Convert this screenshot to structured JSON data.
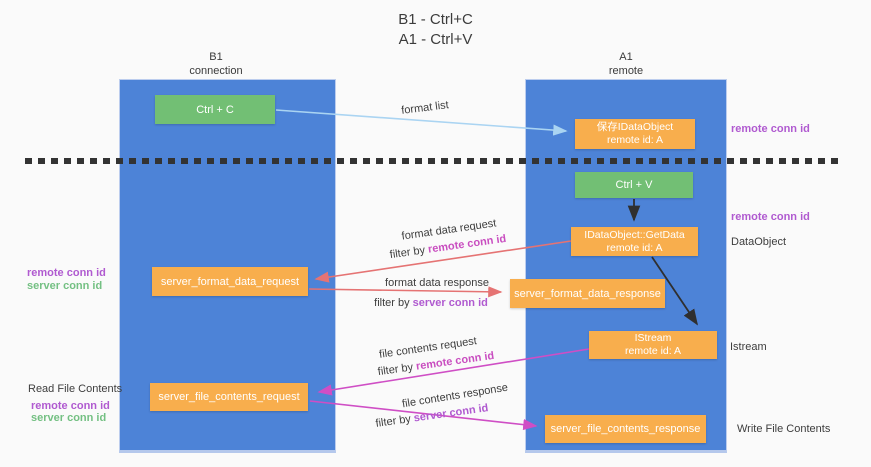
{
  "title": {
    "line1": "B1 - Ctrl+C",
    "line2": "A1 - Ctrl+V"
  },
  "lifelines": {
    "b1": {
      "name": "B1",
      "role": "connection"
    },
    "a1": {
      "name": "A1",
      "role": "remote"
    }
  },
  "nodes": {
    "ctrl_c": {
      "label": "Ctrl + C"
    },
    "ctrl_v": {
      "label": "Ctrl + V"
    },
    "save_dataobject": {
      "line1": "保存IDataObject",
      "line2": "remote id: A"
    },
    "getdata": {
      "line1": "IDataObject::GetData",
      "line2": "remote id: A"
    },
    "istream": {
      "line1": "IStream",
      "line2": "remote id: A"
    },
    "server_format_data_request": {
      "label": "server_format_data_request"
    },
    "server_format_data_response": {
      "label": "server_format_data_response"
    },
    "server_file_contents_request": {
      "label": "server_file_contents_request"
    },
    "server_file_contents_response": {
      "label": "server_file_contents_response"
    }
  },
  "right_labels": {
    "remote_conn_id_top": "remote conn id",
    "remote_conn_id_mid": "remote conn id",
    "dataobject": "DataObject",
    "istream": "Istream",
    "write_file_contents": "Write File Contents"
  },
  "left_labels": {
    "remote_conn_id_1": "remote conn id",
    "server_conn_id_1": "server conn id",
    "read_file_contents": "Read File Contents",
    "remote_conn_id_2": "remote conn id",
    "server_conn_id_2": "server conn id"
  },
  "flow_labels": {
    "format_list": "format list",
    "format_data_request": "format data request",
    "format_data_response": "format data response",
    "file_contents_request": "file contents request",
    "file_contents_response": "file contents response",
    "filter_by": "filter by ",
    "remote_conn_id": "remote conn id",
    "server_conn_id": "server conn id"
  },
  "colors": {
    "background": "#fafafa",
    "lifeline_blue": "#4d83d7",
    "node_green": "#72bf74",
    "node_orange": "#f8ae4d",
    "arrow_light_blue": "#aad4f2",
    "arrow_red": "#e57373",
    "arrow_magenta": "#cf4ec5",
    "arrow_black": "#2f2f2f",
    "text_purple": "#b05ad0",
    "text_magenta": "#c94ec0",
    "text_green": "#74c083",
    "text_dark": "#3d3d3d"
  }
}
